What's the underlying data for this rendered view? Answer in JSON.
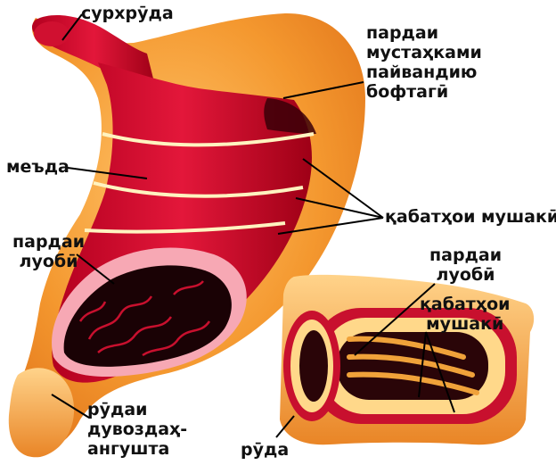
{
  "labels": {
    "esophagus": "сурхрӯда",
    "serosa": "пардаи\nмустаҳками\nпайвандию\nбофтагӣ",
    "stomach": "меъда",
    "muscle_layers": "қабатҳои мушакӣ",
    "mucosa": "пардаи\nлуобӣ",
    "intestine_mucosa": "пардаи\nлуобӣ",
    "intestine_muscle": "қабатҳои\nмушакӣ",
    "duodenum": "рӯдаи\nдувоздаҳ-\nангушта",
    "intestine": "рӯда"
  },
  "colors": {
    "organ_red": "#c8102e",
    "dark_red": "#5a0010",
    "outer_orange": "#f08a2c",
    "inner_black": "#1a0205",
    "membrane_cream": "#fff3c0"
  }
}
